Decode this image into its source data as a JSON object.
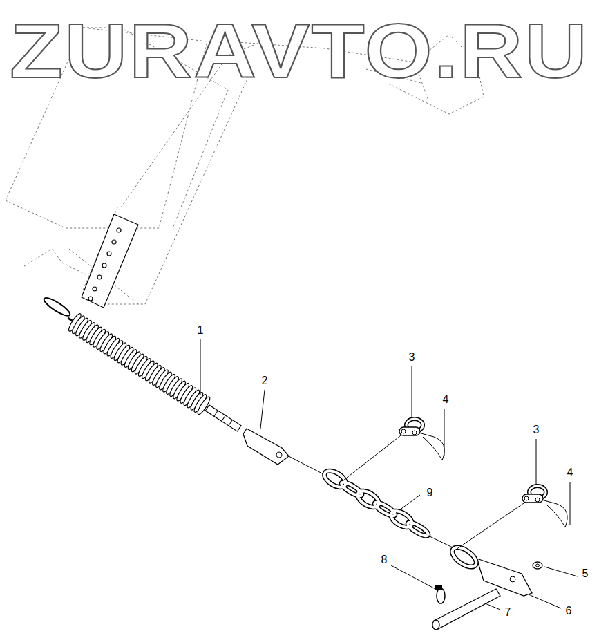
{
  "diagram": {
    "labels": [
      "ZURAVTO.RU",
      "1",
      "2",
      "3",
      "4",
      "9",
      "3",
      "4",
      "8",
      "5",
      "6",
      "7"
    ]
  }
}
